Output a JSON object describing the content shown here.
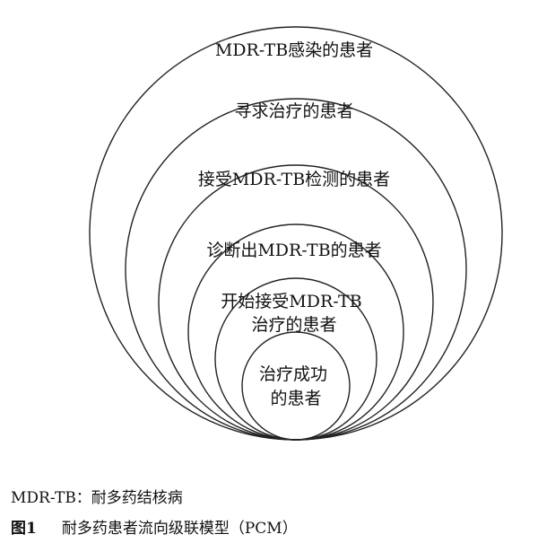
{
  "diagram": {
    "levels": [
      {
        "lines": [
          "MDR-TB感染的患者"
        ]
      },
      {
        "lines": [
          "寻求治疗的患者"
        ]
      },
      {
        "lines": [
          "接受MDR-TB检测的患者"
        ]
      },
      {
        "lines": [
          "诊断出MDR-TB的患者"
        ]
      },
      {
        "lines": [
          "开始接受MDR-TB",
          "治疗的患者"
        ]
      },
      {
        "lines": [
          "治疗成功",
          "的患者"
        ]
      }
    ]
  },
  "footnote": "MDR-TB：耐多药结核病",
  "caption": {
    "number": "图1",
    "title": "耐多药患者流向级联模型（PCM）"
  }
}
